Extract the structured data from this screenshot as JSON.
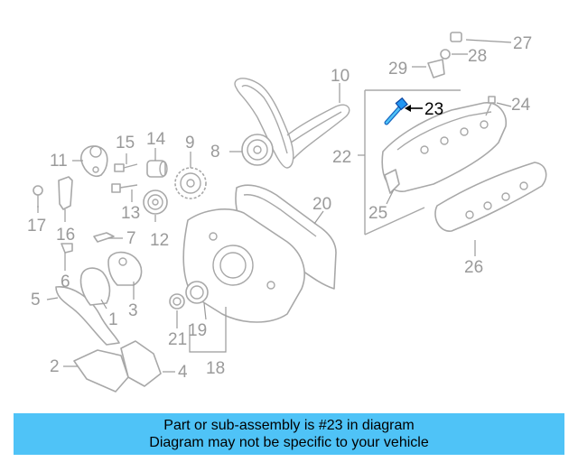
{
  "diagram": {
    "highlight_part": "23",
    "highlight_color": "#2196f3",
    "labels": {
      "p1": "1",
      "p2": "2",
      "p3": "3",
      "p4": "4",
      "p5": "5",
      "p6": "6",
      "p7": "7",
      "p8": "8",
      "p9": "9",
      "p10": "10",
      "p11": "11",
      "p12": "12",
      "p13": "13",
      "p14": "14",
      "p15": "15",
      "p16": "16",
      "p17": "17",
      "p18": "18",
      "p19": "19",
      "p20": "20",
      "p21": "21",
      "p22": "22",
      "p23": "23",
      "p24": "24",
      "p25": "25",
      "p26": "26",
      "p27": "27",
      "p28": "28",
      "p29": "29"
    }
  },
  "banner": {
    "line1": "Part or sub-assembly is #23 in diagram",
    "line2": "Diagram may not be specific to your vehicle",
    "color": "#4fc3f7"
  }
}
